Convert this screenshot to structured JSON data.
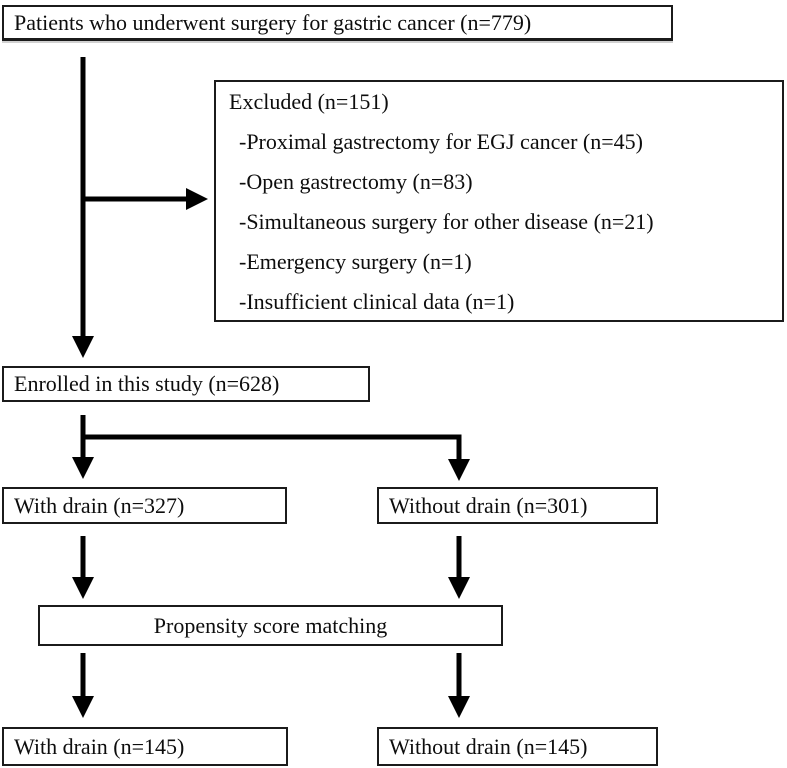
{
  "flowchart": {
    "boxes": {
      "top": {
        "label": "Patients who underwent surgery for gastric cancer (n=779)"
      },
      "excluded": {
        "title": "Excluded (n=151)",
        "items": [
          "-Proximal gastrectomy for EGJ cancer (n=45)",
          "-Open gastrectomy (n=83)",
          "-Simultaneous surgery for other disease (n=21)",
          "-Emergency surgery (n=1)",
          "-Insufficient clinical data (n=1)"
        ]
      },
      "enrolled": {
        "label": "Enrolled in this study (n=628)"
      },
      "with_drain": {
        "label": "With drain (n=327)"
      },
      "without_drain": {
        "label": "Without drain (n=301)"
      },
      "propensity": {
        "label": "Propensity score matching"
      },
      "with_drain_matched": {
        "label": "With drain (n=145)"
      },
      "without_drain_matched": {
        "label": "Without drain (n=145)"
      }
    },
    "colors": {
      "line": "#000000",
      "box_border": "#1b1b1b",
      "background": "#ffffff"
    }
  }
}
